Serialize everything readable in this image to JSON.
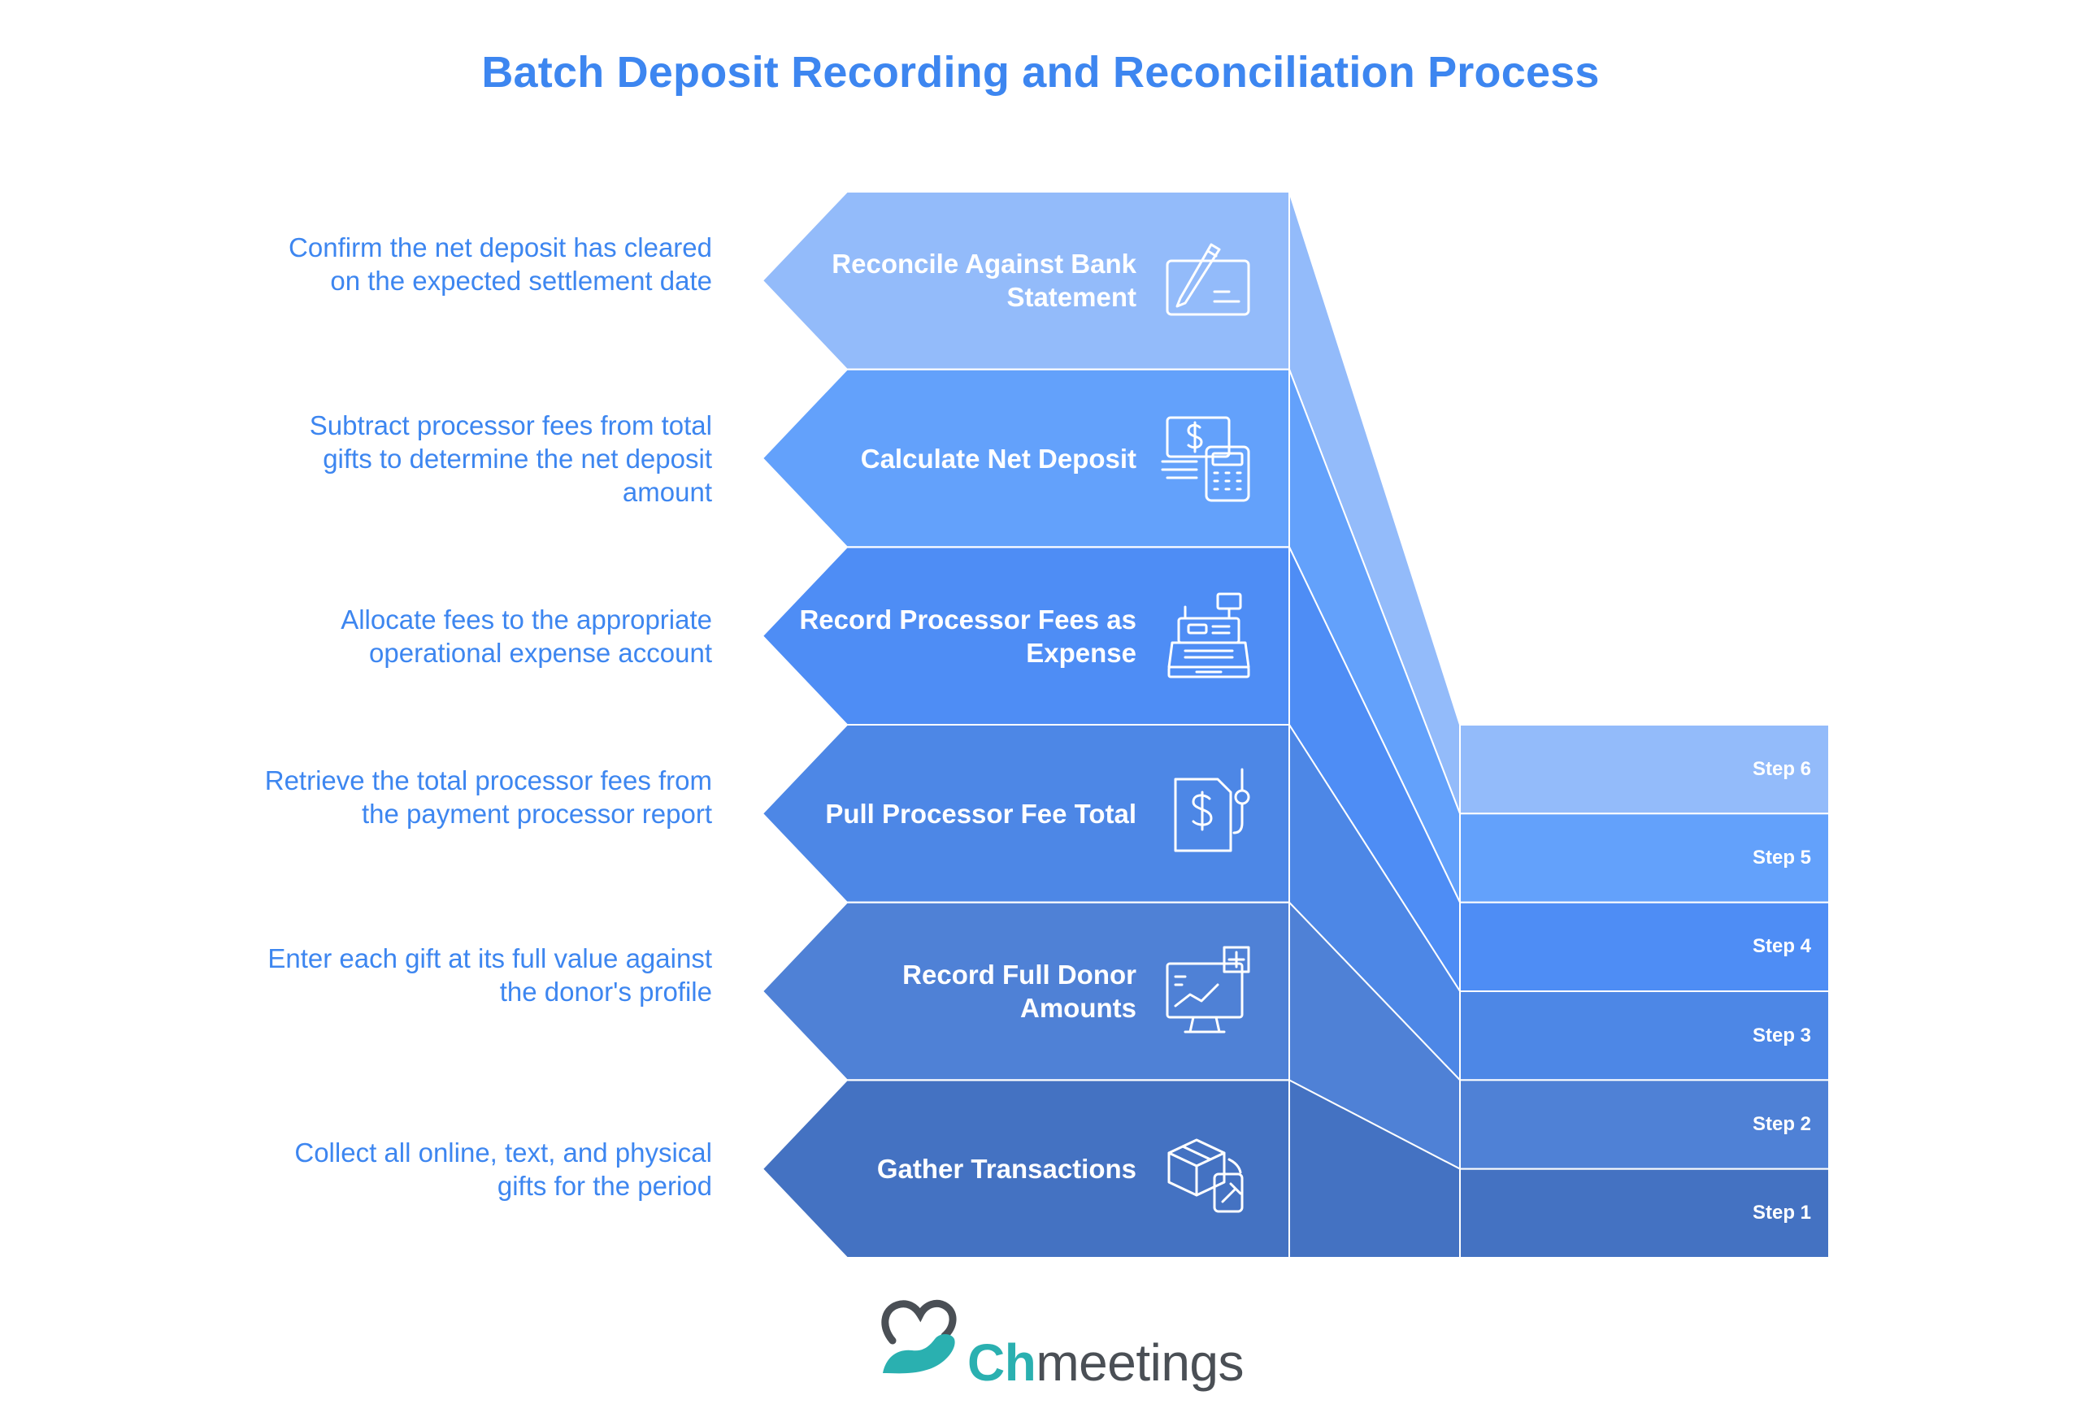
{
  "title": "Batch Deposit Recording and Reconciliation Process",
  "colors": {
    "title": "#3d86f0",
    "description_text": "#3d86f0",
    "stage_text": "#ffffff",
    "stage_fills": [
      "#4472c2",
      "#4f81d6",
      "#4d87e6",
      "#4e8df5",
      "#63a1fb",
      "#93bbfa"
    ],
    "brand_primary": "#2ab0b0",
    "brand_secondary": "#4a4f55"
  },
  "stages": [
    {
      "step": "Step 1",
      "label": "Gather Transactions",
      "description": "Collect all online, text, and physical gifts for the period",
      "icon": "package-tablet-icon"
    },
    {
      "step": "Step 2",
      "label": "Record Full Donor Amounts",
      "description": "Enter each gift at its full value against the donor's profile",
      "icon": "chart-monitor-plus-icon"
    },
    {
      "step": "Step 3",
      "label": "Pull Processor Fee Total",
      "description": "Retrieve the total processor fees from the payment processor report",
      "icon": "dollar-document-icon"
    },
    {
      "step": "Step 4",
      "label": "Record Processor Fees as Expense",
      "description": "Allocate fees to the appropriate operational expense account",
      "icon": "cash-register-icon"
    },
    {
      "step": "Step 5",
      "label": "Calculate Net Deposit",
      "description": "Subtract processor fees from total gifts to determine the net deposit amount",
      "icon": "cash-calculator-icon"
    },
    {
      "step": "Step 6",
      "label": "Reconcile Against Bank Statement",
      "description": "Confirm the net deposit has cleared on the expected settlement date",
      "icon": "signed-check-icon"
    }
  ],
  "brand": {
    "prefix": "Ch",
    "suffix": "meetings",
    "icon": "heart-hand-logo-icon"
  }
}
